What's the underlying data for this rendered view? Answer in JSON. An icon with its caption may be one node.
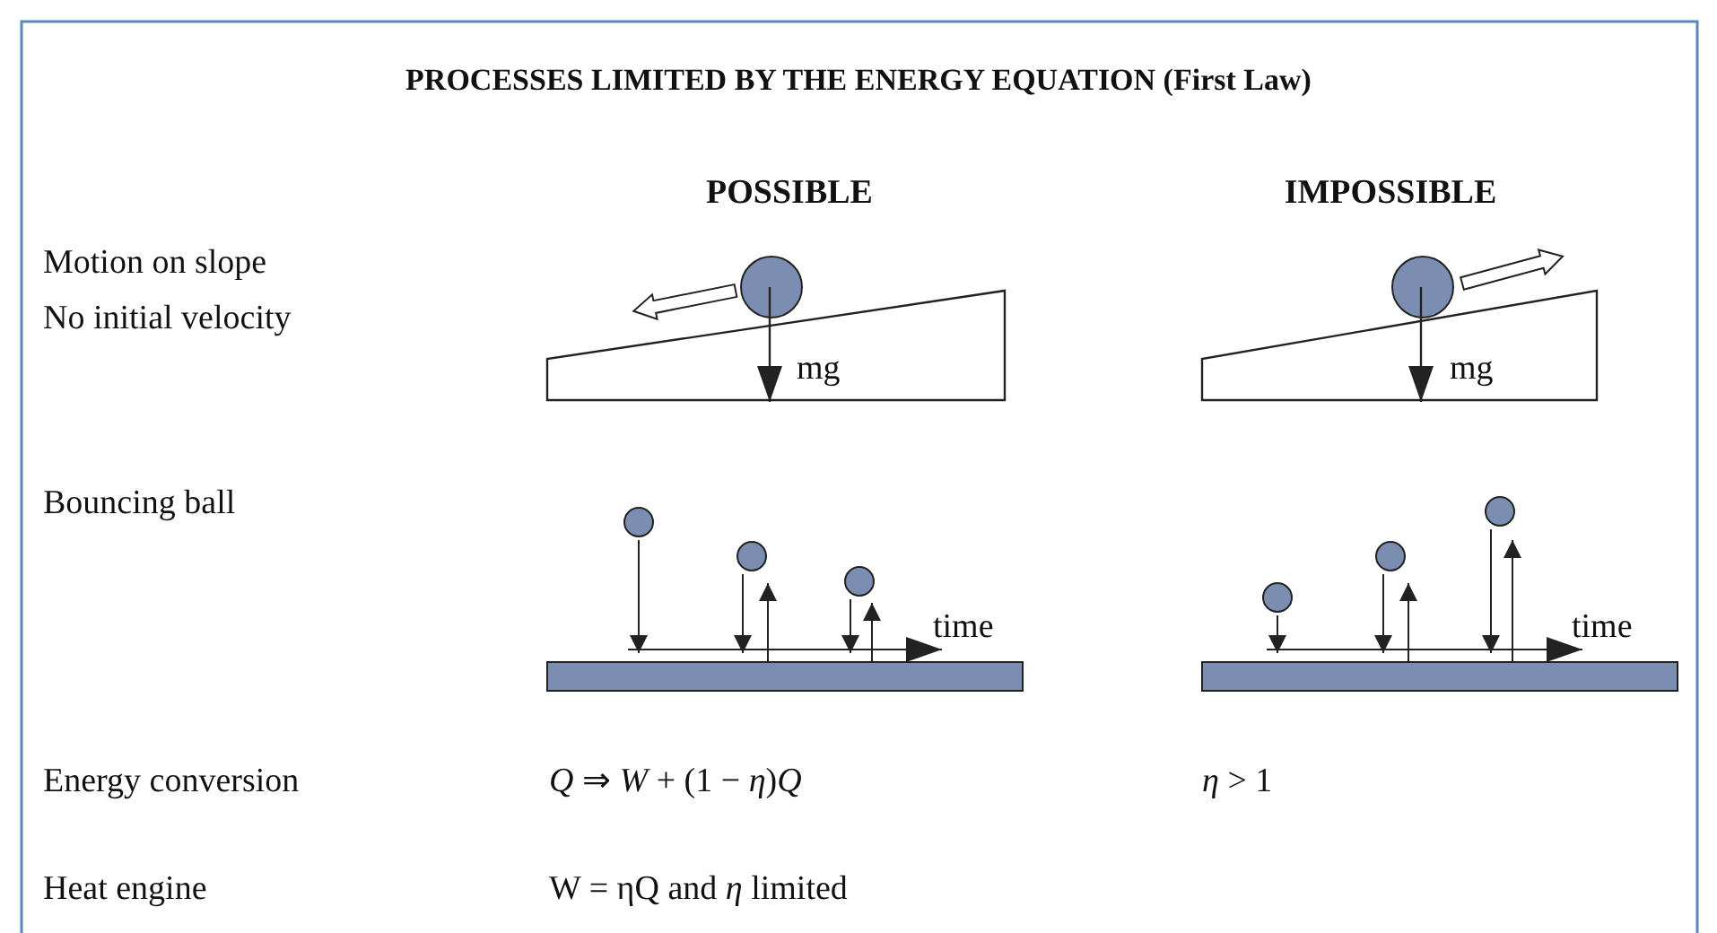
{
  "diagram": {
    "title": "PROCESSES LIMITED BY THE ENERGY EQUATION (First Law)",
    "labels": [
      "POSSIBLE",
      "IMPOSSIBLE",
      "Motion on slope",
      "No initial velocity",
      "mg",
      "mg",
      "Bouncing ball",
      "time",
      "time",
      "Energy conversion",
      "*Q* ⇒ *W* + (1 − *η*)*Q*",
      "*η* > 1",
      "Heat engine",
      "W = ηQ and *η* limited"
    ]
  }
}
